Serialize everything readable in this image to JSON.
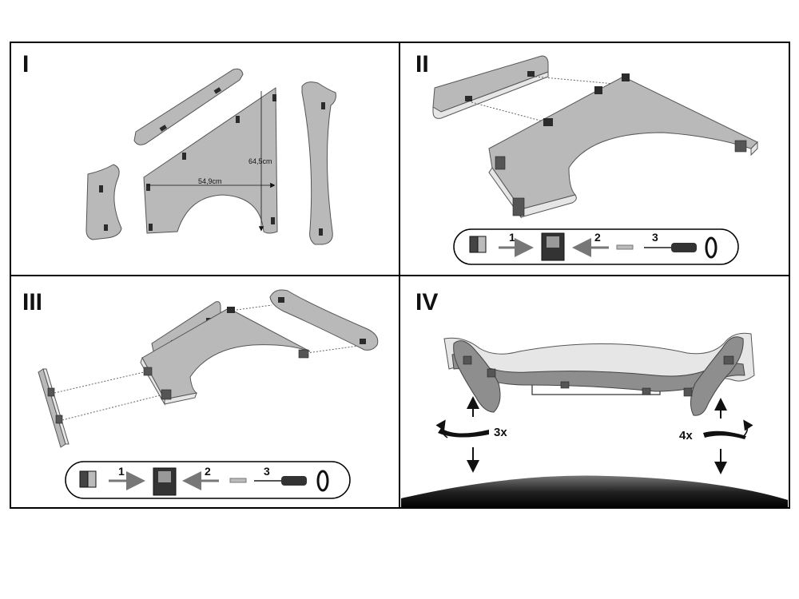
{
  "steps": {
    "s1": {
      "label": "I",
      "dims": {
        "width": "54,9cm",
        "height": "64,5cm"
      }
    },
    "s2": {
      "label": "II",
      "sequence": [
        "1",
        "2",
        "3"
      ]
    },
    "s3": {
      "label": "III",
      "sequence": [
        "1",
        "2",
        "3"
      ]
    },
    "s4": {
      "label": "IV",
      "left_count": "3x",
      "right_count": "4x"
    }
  }
}
